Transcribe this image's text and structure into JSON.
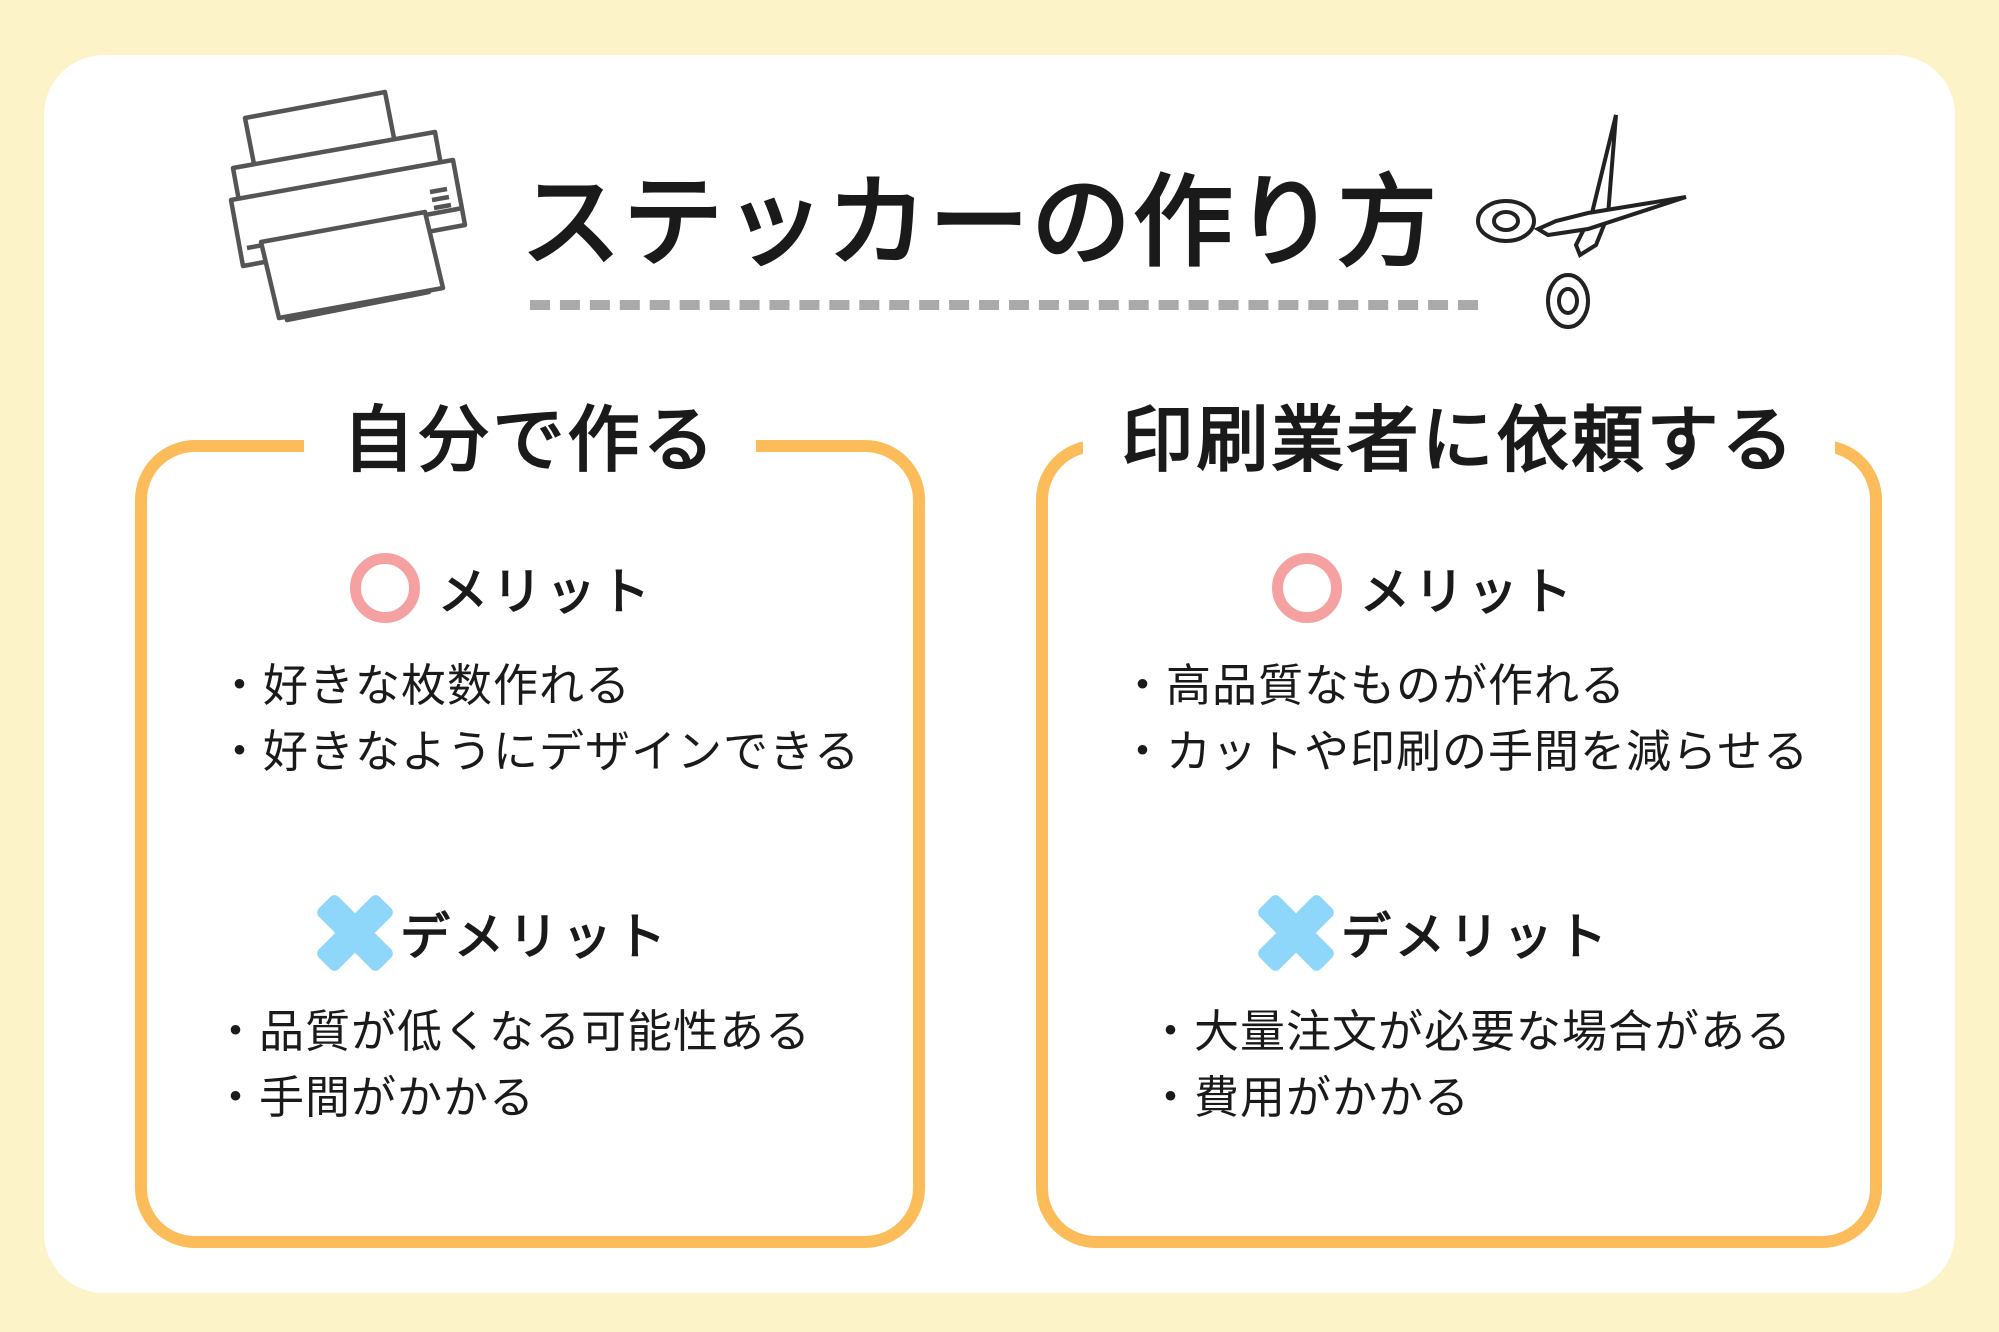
{
  "title": "ステッカーの作り方",
  "colors": {
    "background": "#fdf3c8",
    "card": "#ffffff",
    "panel_border": "#fcbc5a",
    "merit_circle": "#f6a1a1",
    "demerit_cross": "#8fd6fb",
    "dash": "#aaaaaa"
  },
  "icons": {
    "printer": "printer-icon",
    "scissors": "scissors-icon",
    "merit": "circle-icon",
    "demerit": "cross-icon"
  },
  "panels": [
    {
      "title": "自分で作る",
      "merit": {
        "label": "メリット",
        "items": [
          "好きな枚数作れる",
          "好きなようにデザインできる"
        ]
      },
      "demerit": {
        "label": "デメリット",
        "items": [
          "品質が低くなる可能性ある",
          "手間がかかる"
        ]
      }
    },
    {
      "title": "印刷業者に依頼する",
      "merit": {
        "label": "メリット",
        "items": [
          "高品質なものが作れる",
          "カットや印刷の手間を減らせる"
        ]
      },
      "demerit": {
        "label": "デメリット",
        "items": [
          "大量注文が必要な場合がある",
          "費用がかかる"
        ]
      }
    }
  ]
}
